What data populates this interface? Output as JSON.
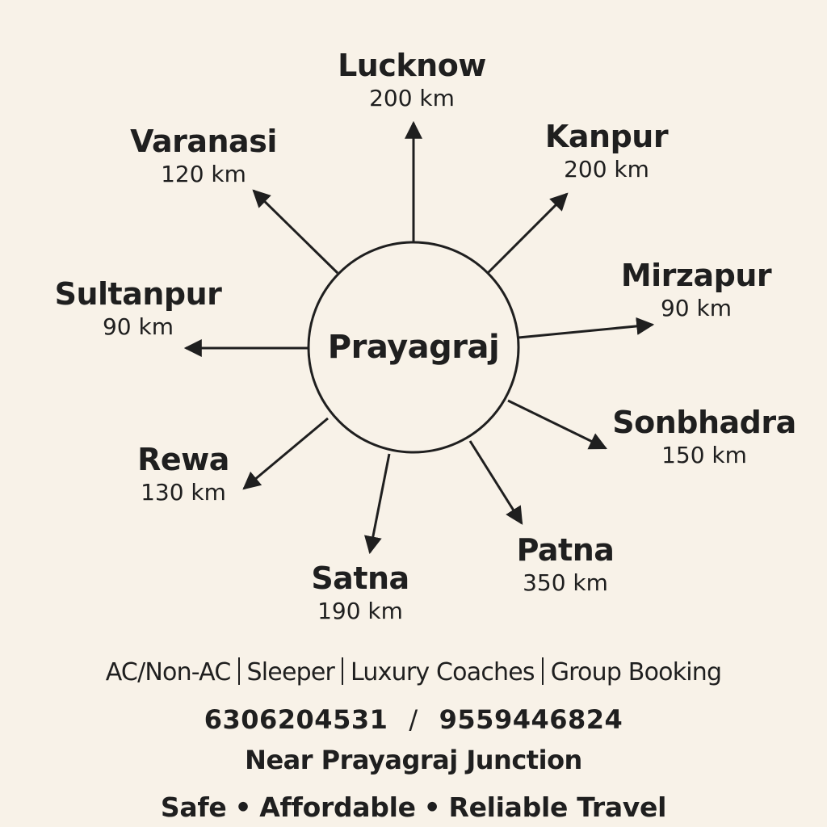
{
  "hub": {
    "name": "Prayagraj"
  },
  "destinations": [
    {
      "key": "lucknow",
      "name": "Lucknow",
      "distance": "200 km"
    },
    {
      "key": "kanpur",
      "name": "Kanpur",
      "distance": "200 km"
    },
    {
      "key": "varanasi",
      "name": "Varanasi",
      "distance": "120 km"
    },
    {
      "key": "mirzapur",
      "name": "Mirzapur",
      "distance": "90 km"
    },
    {
      "key": "sultanpur",
      "name": "Sultanpur",
      "distance": "90 km"
    },
    {
      "key": "sonbhadra",
      "name": "Sonbhadra",
      "distance": "150 km"
    },
    {
      "key": "rewa",
      "name": "Rewa",
      "distance": "130 km"
    },
    {
      "key": "patna",
      "name": "Patna",
      "distance": "350 km"
    },
    {
      "key": "satna",
      "name": "Satna",
      "distance": "190 km"
    }
  ],
  "footer": {
    "services": [
      "AC/Non-AC",
      "Sleeper",
      "Luxury Coaches",
      "Group Booking"
    ],
    "phones": [
      "6306204531",
      "9559446824"
    ],
    "phone_separator": "/",
    "address": "Near Prayagraj Junction",
    "tagline": [
      "Safe",
      "Affordable",
      "Reliable Travel"
    ],
    "tagline_separator": "•"
  },
  "colors": {
    "background": "#f8f2e8",
    "ink": "#1f1f1f"
  }
}
